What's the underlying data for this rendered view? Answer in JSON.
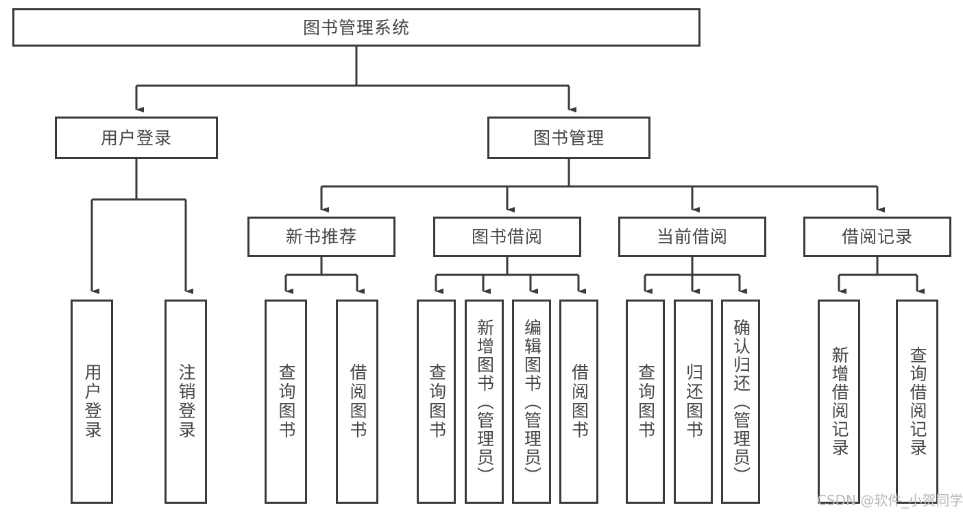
{
  "diagram": {
    "title": "图书管理系统",
    "type": "tree-hierarchy",
    "orientation": "top-down",
    "style": {
      "box_border_color": "#3a3a3a",
      "box_fill_color": "#ffffff",
      "connector_color": "#3a3a3a",
      "text_color": "#454545",
      "background": "#ffffff"
    }
  },
  "nodes": {
    "root": {
      "label": "图书管理系统",
      "level": 0
    },
    "level1": [
      {
        "id": "user-login",
        "label": "用户登录"
      },
      {
        "id": "book-management",
        "label": "图书管理"
      }
    ],
    "level2": [
      {
        "id": "new-book-recommend",
        "label": "新书推荐",
        "parent": "book-management"
      },
      {
        "id": "book-borrow",
        "label": "图书借阅",
        "parent": "book-management"
      },
      {
        "id": "current-borrow",
        "label": "当前借阅",
        "parent": "book-management"
      },
      {
        "id": "borrow-record",
        "label": "借阅记录",
        "parent": "book-management"
      }
    ],
    "leaves": {
      "user_login": [
        {
          "id": "leaf-user-login",
          "label": "用户登录"
        },
        {
          "id": "leaf-user-logout",
          "label": "注销登录"
        }
      ],
      "new_book_recommend": [
        {
          "id": "leaf-query-book-1",
          "label": "查询图书"
        },
        {
          "id": "leaf-borrow-book-1",
          "label": "借阅图书"
        }
      ],
      "book_borrow": [
        {
          "id": "leaf-query-book-2",
          "label": "查询图书"
        },
        {
          "id": "leaf-add-book",
          "label": "新增图书（管理员）"
        },
        {
          "id": "leaf-edit-book",
          "label": "编辑图书（管理员）"
        },
        {
          "id": "leaf-borrow-book-2",
          "label": "借阅图书"
        }
      ],
      "current_borrow": [
        {
          "id": "leaf-query-book-3",
          "label": "查询图书"
        },
        {
          "id": "leaf-return-book",
          "label": "归还图书"
        },
        {
          "id": "leaf-confirm-return",
          "label": "确认归还（管理员）"
        }
      ],
      "borrow_record": [
        {
          "id": "leaf-add-record",
          "label": "新增借阅记录"
        },
        {
          "id": "leaf-query-record",
          "label": "查询借阅记录"
        }
      ]
    }
  },
  "watermark": {
    "text": "CSDN @软件_小贺同学"
  }
}
